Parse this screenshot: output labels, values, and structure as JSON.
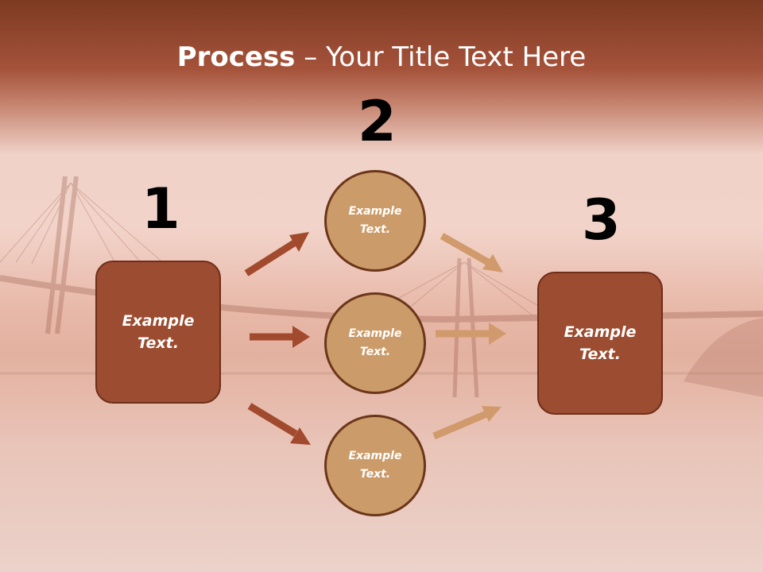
{
  "title": {
    "bold": "Process",
    "rest": " – Your Title Text Here"
  },
  "steps": {
    "n1": "1",
    "n2": "2",
    "n3": "3"
  },
  "left_box": {
    "line1": "Example",
    "line2": "Text."
  },
  "right_box": {
    "line1": "Example",
    "line2": "Text."
  },
  "circles": [
    {
      "line1": "Example",
      "line2": "Text."
    },
    {
      "line1": "Example",
      "line2": "Text."
    },
    {
      "line1": "Example",
      "line2": "Text."
    }
  ],
  "colors": {
    "box_fill": "#9c4c30",
    "circle_fill": "#cc9b6a",
    "dark_arrow": "#a24a2e",
    "light_arrow": "#d19a6c"
  }
}
